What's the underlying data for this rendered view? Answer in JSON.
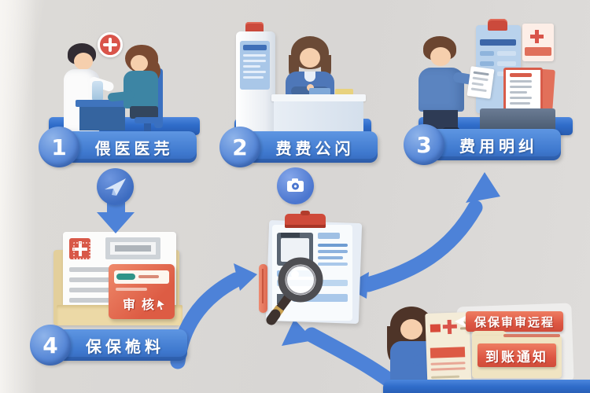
{
  "steps": [
    {
      "number": "1",
      "label": "偎医医芫"
    },
    {
      "number": "2",
      "label": "费费公闪"
    },
    {
      "number": "3",
      "label": "费用明纠"
    },
    {
      "number": "4",
      "label": "保保桅料"
    }
  ],
  "scene4": {
    "card_label": "审核"
  },
  "bottom_right": {
    "badge_review": "保保审审远程",
    "badge_arrival": "到账通知"
  },
  "icons": [
    "red-cross-icon",
    "hospital-emblem-icon",
    "paper-plane-icon",
    "camera-icon",
    "magnifier-icon",
    "cursor-icon"
  ],
  "colors": {
    "arrow_blue": "#4d82d8",
    "label_blue": "#3e78ce",
    "platform_blue": "#2f6cc9",
    "badge_red": "#dd5643",
    "folder_cream": "#f0e4c2"
  }
}
